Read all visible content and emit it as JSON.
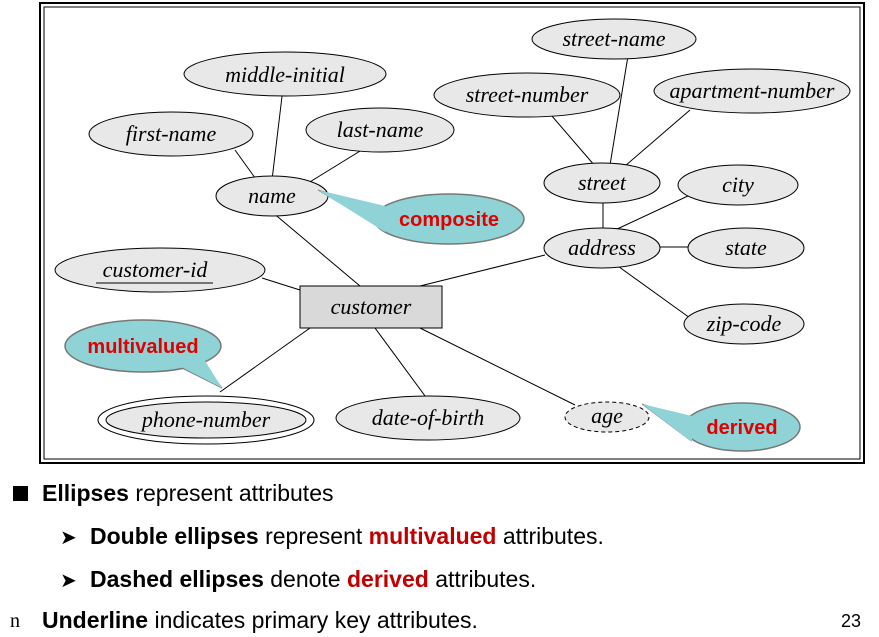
{
  "diagram": {
    "entity": "customer",
    "attributes": {
      "first_name": "first-name",
      "middle_initial": "middle-initial",
      "last_name": "last-name",
      "name": "name",
      "customer_id": "customer-id",
      "street_name": "street-name",
      "street_number": "street-number",
      "apartment_number": "apartment-number",
      "street": "street",
      "city": "city",
      "address": "address",
      "state": "state",
      "zip_code": "zip-code",
      "phone_number": "phone-number",
      "date_of_birth": "date-of-birth",
      "age": "age"
    },
    "callouts": {
      "composite": "composite",
      "multivalued": "multivalued",
      "derived": "derived"
    },
    "colors": {
      "callout_fill": "#8fd3d6",
      "callout_text": "#e00000",
      "entity_fill": "#d9d9d9",
      "ellipse_fill": "#e8e8e8"
    }
  },
  "bullets": {
    "b1_bold": "Ellipses",
    "b1_rest": " represent attributes",
    "b2_bold": "Double ellipses",
    "b2_mid": " represent ",
    "b2_red": "multivalued",
    "b2_end": " attributes.",
    "b3_bold": "Dashed ellipses",
    "b3_mid": " denote ",
    "b3_red": "derived",
    "b3_end": " attributes.",
    "b4_marker": "n",
    "b4_bold": "Underline",
    "b4_rest": " indicates primary key attributes."
  },
  "page_number": "23"
}
